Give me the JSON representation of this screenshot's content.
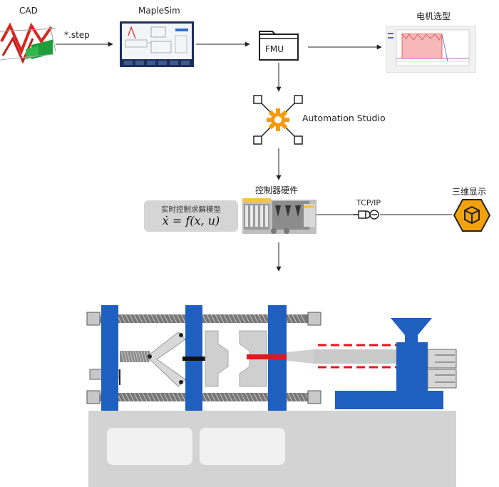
{
  "nodes": {
    "cad": {
      "label": "CAD"
    },
    "step_label": "*.step",
    "maplesim": {
      "label": "MapleSim"
    },
    "fmu": {
      "label": "FMU"
    },
    "motor": {
      "label": "电机选型"
    },
    "automation": {
      "label": "Automation Studio"
    },
    "controller": {
      "label": "控制器硬件"
    },
    "realtime": {
      "title": "实时控制求解模型",
      "equation": "ẋ = f(x, u)"
    },
    "tcpip": {
      "label": "TCP/IP"
    },
    "display3d": {
      "label": "三维显示"
    }
  },
  "colors": {
    "accent_orange": "#f39c12",
    "machine_blue": "#1f5fbf",
    "highlight_red": "#e4161b",
    "base_gray": "#d3d3d3",
    "arrow": "#222222"
  },
  "icons": [
    "cad-model-icon",
    "maplesim-screenshot-icon",
    "folder-icon",
    "motor-chart-icon",
    "gear-network-icon",
    "plc-hardware-icon",
    "connector-icon",
    "cube-3d-icon",
    "injection-molding-machine"
  ]
}
